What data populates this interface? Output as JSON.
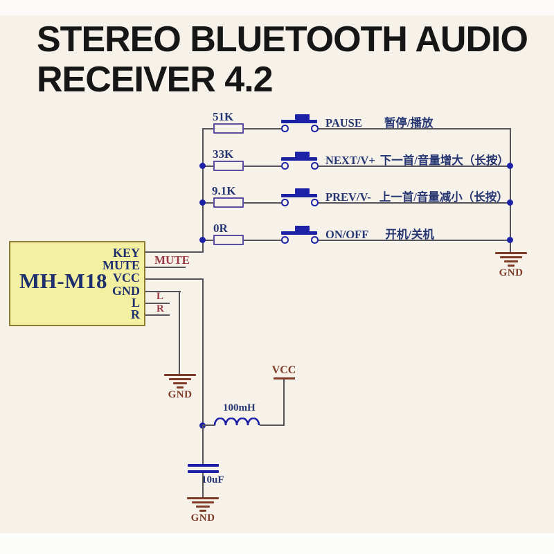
{
  "title": {
    "line1": "STEREO BLUETOOTH AUDIO",
    "line2": "RECEIVER 4.2"
  },
  "module": {
    "name": "MH-M18",
    "pins": {
      "key": "KEY",
      "mute": "MUTE",
      "vcc": "VCC",
      "gnd": "GND",
      "l": "L",
      "r": "R"
    }
  },
  "rows": [
    {
      "resistor": "51K",
      "en": "PAUSE",
      "zh": "暂停/播放"
    },
    {
      "resistor": "33K",
      "en": "NEXT/V+",
      "zh": "下一首/音量增大（长按）"
    },
    {
      "resistor": "9.1K",
      "en": "PREV/V-",
      "zh": "上一首/音量减小（长按）"
    },
    {
      "resistor": "0R",
      "en": "ON/OFF",
      "zh": "开机/关机"
    }
  ],
  "net_labels": {
    "mute": "MUTE",
    "left": "L",
    "right": "R",
    "vcc": "VCC"
  },
  "components": {
    "inductor_value": "100mH",
    "capacitor_value": "10uF"
  },
  "ground_label": "GND",
  "colors": {
    "background": "#f6f2e9",
    "wire": "#56525a",
    "component_blue": "#1c21a6",
    "resistor_border": "#5a4da3",
    "schematic_text_navy": "#263672",
    "ground_maroon": "#7d3a27",
    "net_label_red": "#9d3945",
    "module_fill": "#f4f0a1",
    "module_border": "#8a7c33",
    "title_text": "#161616"
  }
}
